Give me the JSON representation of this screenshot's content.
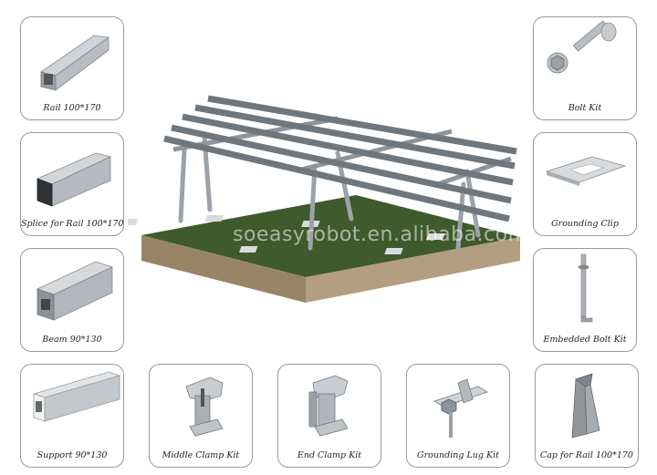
{
  "watermark": "soeasyrobot.en.alibaba.com",
  "products": [
    {
      "label": "Rail 100*170",
      "icon": "rail-icon"
    },
    {
      "label": "Splice for Rail 100*170",
      "icon": "splice-icon"
    },
    {
      "label": "Beam 90*130",
      "icon": "beam-icon"
    },
    {
      "label": "Support 90*130",
      "icon": "support-icon"
    },
    {
      "label": "Middle Clamp Kit",
      "icon": "middle-clamp-icon"
    },
    {
      "label": "End Clamp Kit",
      "icon": "end-clamp-icon"
    },
    {
      "label": "Grounding Lug Kit",
      "icon": "grounding-lug-icon"
    },
    {
      "label": "Cap for Rail 100*170",
      "icon": "rail-cap-icon"
    },
    {
      "label": "Embedded Bolt Kit",
      "icon": "embedded-bolt-icon"
    },
    {
      "label": "Grounding Clip",
      "icon": "grounding-clip-icon"
    },
    {
      "label": "Bolt Kit",
      "icon": "bolt-kit-icon"
    }
  ],
  "colors": {
    "metal_light": "#d4d8dc",
    "metal_dark": "#8e959b",
    "grass": "#3f5a2c",
    "soil": "#9a8468"
  }
}
